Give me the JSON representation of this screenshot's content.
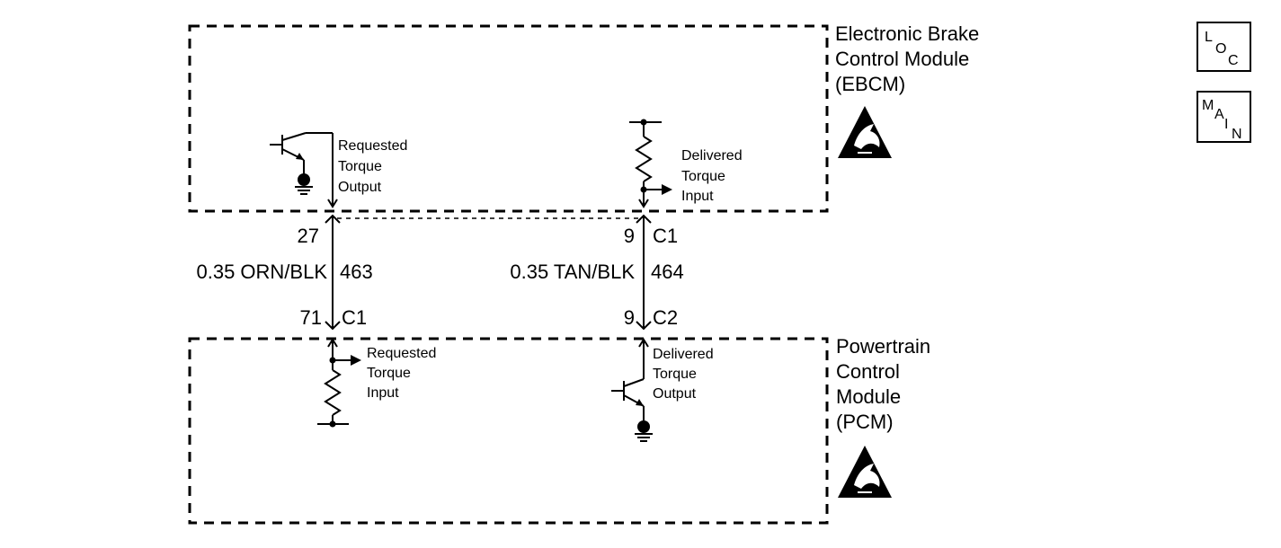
{
  "ebcm": {
    "title_lines": [
      "Electronic Brake",
      "Control Module",
      "(EBCM)"
    ],
    "requested_label": [
      "Requested",
      "Torque",
      "Output"
    ],
    "delivered_label": [
      "Delivered",
      "Torque",
      "Input"
    ]
  },
  "pcm": {
    "title_lines": [
      "Powertrain",
      "Control",
      "Module",
      "(PCM)"
    ],
    "requested_label": [
      "Requested",
      "Torque",
      "Input"
    ],
    "delivered_label": [
      "Delivered",
      "Torque",
      "Output"
    ]
  },
  "wire_left": {
    "top_pin": "27",
    "bottom_pin": "71",
    "bottom_connector": "C1",
    "wire": "0.35 ORN/BLK",
    "circuit": "463"
  },
  "wire_right": {
    "top_pin": "9",
    "top_connector": "C1",
    "bottom_pin": "9",
    "bottom_connector": "C2",
    "wire": "0.35 TAN/BLK",
    "circuit": "464"
  },
  "buttons": {
    "loc": [
      "L",
      "O",
      "C"
    ],
    "main": [
      "M",
      "A",
      "I",
      "N"
    ]
  },
  "icons": {
    "esd": "esd-warning-icon",
    "ground": "ground-icon",
    "transistor": "transistor-icon",
    "resistor": "resistor-icon"
  }
}
